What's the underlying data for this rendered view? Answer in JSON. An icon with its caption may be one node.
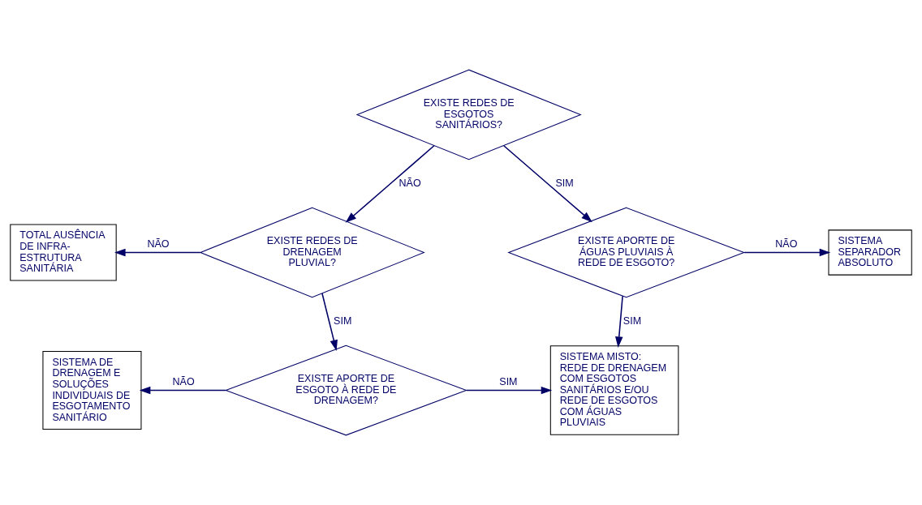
{
  "diagram": {
    "nodes": [
      {
        "text": [
          "EXISTE REDES DE ESGOTOS SANITÁRIOS?"
        ]
      },
      {
        "text": [
          "TOTAL AUSÊNCIA DE INFRA-ESTRUTURA SANITÁRIA"
        ]
      },
      {
        "text": [
          "EXISTE REDES DE DRENAGEM PLUVIAL?"
        ]
      },
      {
        "text": [
          "EXISTE APORTE DE ÁGUAS PLUVIAIS À REDE DE ESGOTO?"
        ]
      },
      {
        "text": [
          "SISTEMA SEPARADOR ABSOLUTO"
        ]
      },
      {
        "text": [
          "SISTEMA DE DRENAGEM E SOLUÇÕES INDIVIDUAIS DE ESGOTAMENTO SANITÁRIO"
        ]
      },
      {
        "text": [
          "EXISTE APORTE DE ESGOTO À REDE DE DRENAGEM?"
        ]
      },
      {
        "text": [
          "SISTEMA MISTO: REDE DE DRENAGEM COM ESGOTOS SANITÁRIOS E/OU REDE DE ESGOTOS COM ÁGUAS PLUVIAIS"
        ]
      }
    ],
    "edges": [
      {
        "from": 0,
        "to": 2,
        "label": "NÃO",
        "arrow": "to"
      },
      {
        "from": 0,
        "to": 3,
        "label": "SIM",
        "arrow": "to"
      },
      {
        "from": 2,
        "to": 1,
        "label": "NÃO",
        "arrow": "to"
      },
      {
        "from": 3,
        "to": 4,
        "label": "NÃO",
        "arrow": "to"
      },
      {
        "from": 2,
        "to": 6,
        "label": "SIM",
        "arrow": "to"
      },
      {
        "from": 3,
        "to": 7,
        "label": "SIM",
        "arrow": "to"
      },
      {
        "from": 6,
        "to": 5,
        "label": "NÃO",
        "arrow": "to"
      },
      {
        "from": 6,
        "to": 7,
        "label": "SIM",
        "arrow": "to"
      }
    ]
  }
}
